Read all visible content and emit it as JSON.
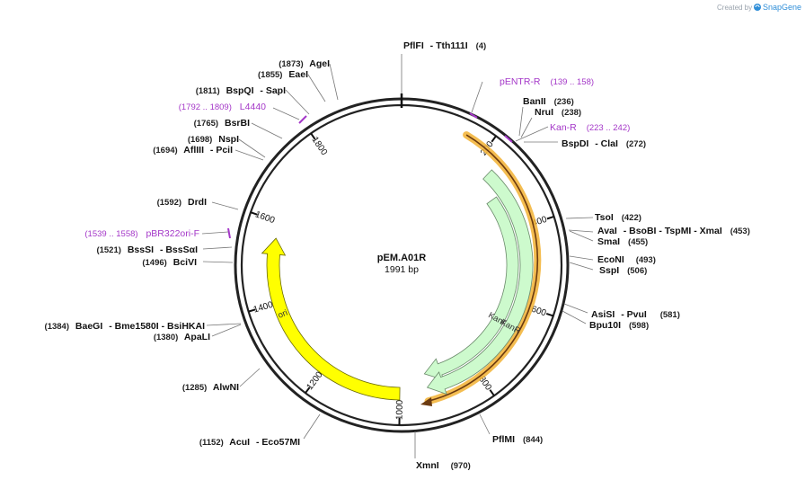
{
  "credit": {
    "prefix": "Created by",
    "brand": "SnapGene"
  },
  "plasmid": {
    "name": "pEM.A01R",
    "length_label": "1991 bp",
    "length": 1991
  },
  "colors": {
    "backbone": "#222222",
    "kanr_fill": "#cdfacd",
    "kanr_stroke": "#6a8a6a",
    "ori_fill": "#ffff00",
    "ori_stroke": "#6a6a00",
    "primer": "#a437c8",
    "orange": "#f2b233",
    "brown": "#6b3a10"
  },
  "ticks": [
    {
      "pos": 200,
      "label": "200"
    },
    {
      "pos": 400,
      "label": "400"
    },
    {
      "pos": 600,
      "label": "600"
    },
    {
      "pos": 800,
      "label": "800"
    },
    {
      "pos": 1000,
      "label": "1000"
    },
    {
      "pos": 1200,
      "label": "1200"
    },
    {
      "pos": 1400,
      "label": "1400"
    },
    {
      "pos": 1600,
      "label": "1600"
    },
    {
      "pos": 1800,
      "label": "1800"
    }
  ],
  "features": [
    {
      "id": "kanr-inner",
      "label": "KanR",
      "start": 300,
      "end": 930,
      "lane": 2,
      "color": "kanr"
    },
    {
      "id": "kanr-outer",
      "label": "KanR",
      "start": 240,
      "end": 930,
      "lane": 1,
      "color": "kanr"
    },
    {
      "id": "ori",
      "label": "ori",
      "start": 1000,
      "end": 1560,
      "lane": 2,
      "color": "ori"
    }
  ],
  "sites": [
    {
      "name": "PflFI",
      "extra": "- Tth111I",
      "pos": "(4)",
      "side": "right"
    },
    {
      "name": "BanII",
      "extra": "",
      "pos": "(236)",
      "side": "right"
    },
    {
      "name": "NruI",
      "extra": "",
      "pos": "(238)",
      "side": "right"
    },
    {
      "name": "BspDI",
      "extra": "- ClaI",
      "pos": "(272)",
      "side": "right"
    },
    {
      "name": "TsoI",
      "extra": "",
      "pos": "(422)",
      "side": "right"
    },
    {
      "name": "AvaI",
      "extra": "- BsoBI  - TspMI  - XmaI",
      "pos": "(453)",
      "side": "right"
    },
    {
      "name": "SmaI",
      "extra": "",
      "pos": "(455)",
      "side": "right"
    },
    {
      "name": "EcoNI",
      "extra": "",
      "pos": "(493)",
      "side": "right"
    },
    {
      "name": "SspI",
      "extra": "",
      "pos": "(506)",
      "side": "right"
    },
    {
      "name": "AsiSI",
      "extra": "- PvuI",
      "pos": "(581)",
      "side": "right"
    },
    {
      "name": "Bpu10I",
      "extra": "",
      "pos": "(598)",
      "side": "right"
    },
    {
      "name": "PflMI",
      "extra": "",
      "pos": "(844)",
      "side": "right"
    },
    {
      "name": "XmnI",
      "extra": "",
      "pos": "(970)",
      "side": "right"
    },
    {
      "name": "AcuI",
      "extra": "- Eco57MI",
      "pos": "(1152)",
      "side": "left"
    },
    {
      "name": "AlwNI",
      "extra": "",
      "pos": "(1285)",
      "side": "left"
    },
    {
      "name": "ApaLI",
      "extra": "",
      "pos": "(1380)",
      "side": "left"
    },
    {
      "name": "BaeGI",
      "extra": "- Bme1580I  - BsiHKAI",
      "pos": "(1384)",
      "side": "left"
    },
    {
      "name": "BciVI",
      "extra": "",
      "pos": "(1496)",
      "side": "left"
    },
    {
      "name": "BssSI",
      "extra": "- BssSαI",
      "pos": "(1521)",
      "side": "left"
    },
    {
      "name": "DrdI",
      "extra": "",
      "pos": "(1592)",
      "side": "left"
    },
    {
      "name": "AflIII",
      "extra": "- PciI",
      "pos": "(1694)",
      "side": "left"
    },
    {
      "name": "NspI",
      "extra": "",
      "pos": "(1698)",
      "side": "left"
    },
    {
      "name": "BsrBI",
      "extra": "",
      "pos": "(1765)",
      "side": "left"
    },
    {
      "name": "BspQI",
      "extra": "- SapI",
      "pos": "(1811)",
      "side": "left"
    },
    {
      "name": "EaeI",
      "extra": "",
      "pos": "(1855)",
      "side": "left"
    },
    {
      "name": "AgeI",
      "extra": "",
      "pos": "(1873)",
      "side": "left"
    }
  ],
  "primers": [
    {
      "name": "pENTR-R",
      "range": "(139 .. 158)",
      "start": 139,
      "end": 158
    },
    {
      "name": "Kan-R",
      "range": "(223 .. 242)",
      "start": 223,
      "end": 242
    },
    {
      "name": "L4440",
      "range": "(1792 .. 1809)",
      "start": 1792,
      "end": 1809
    },
    {
      "name": "pBR322ori-F",
      "range": "(1539 .. 1558)",
      "start": 1539,
      "end": 1558
    }
  ]
}
